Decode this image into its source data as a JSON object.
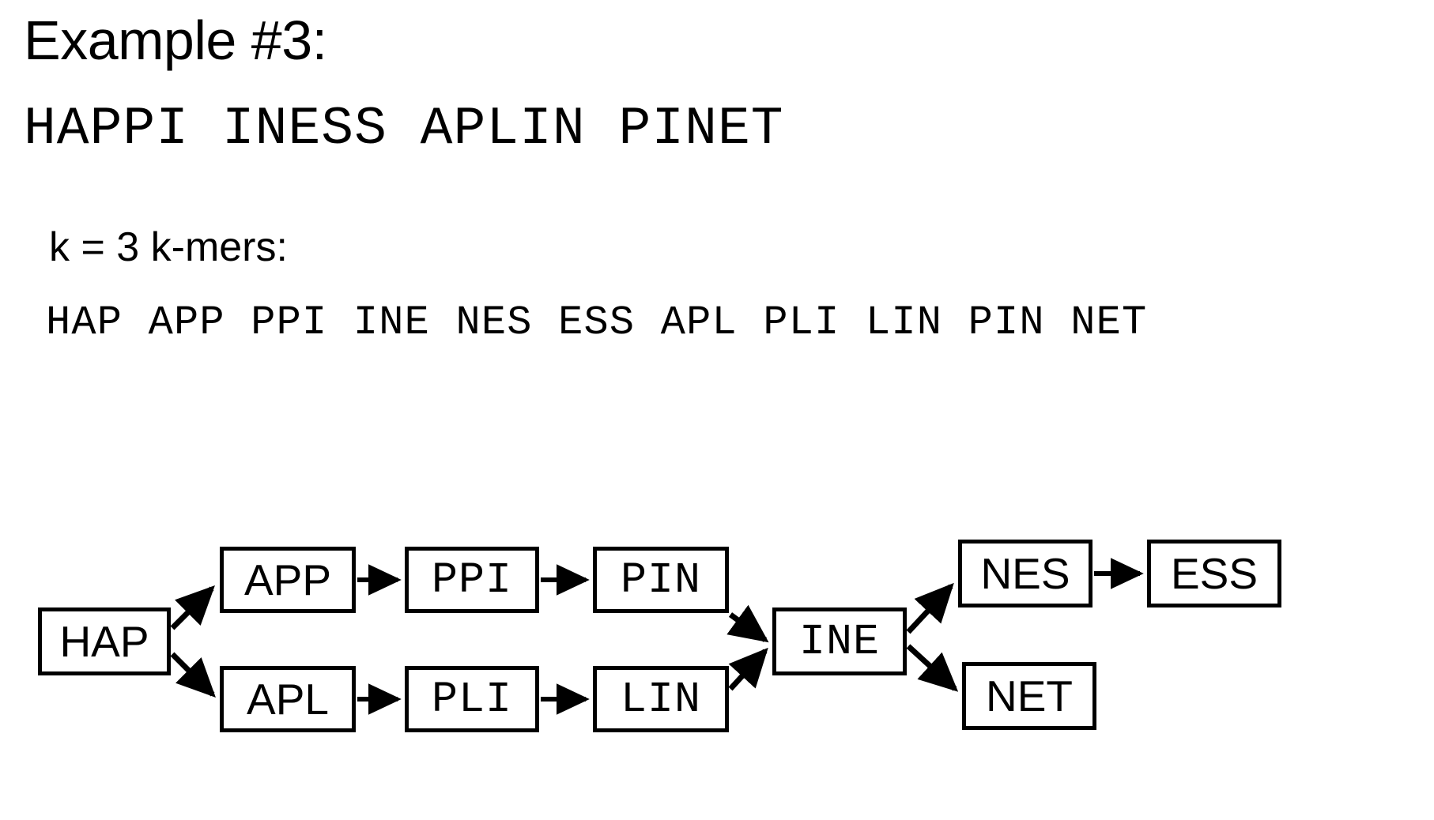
{
  "slide": {
    "background_color": "#ffffff",
    "ink_color": "#000000",
    "title": "Example #3:",
    "sequence": "HAPPI INESS APLIN PINET",
    "kmer_label": "k = 3 k-mers:",
    "kmer_list": "HAP APP PPI INE NES ESS APL PLI LIN PIN NET"
  },
  "graph": {
    "nodes": {
      "hap": "HAP",
      "app": "APP",
      "ppi": "PPI",
      "pin": "PIN",
      "apl": "APL",
      "pli": "PLI",
      "lin": "LIN",
      "ine": "INE",
      "nes": "NES",
      "ess": "ESS",
      "net": "NET"
    },
    "edges": [
      {
        "from": "HAP",
        "to": "APP"
      },
      {
        "from": "HAP",
        "to": "APL"
      },
      {
        "from": "APP",
        "to": "PPI"
      },
      {
        "from": "PPI",
        "to": "PIN"
      },
      {
        "from": "PIN",
        "to": "INE"
      },
      {
        "from": "APL",
        "to": "PLI"
      },
      {
        "from": "PLI",
        "to": "LIN"
      },
      {
        "from": "LIN",
        "to": "INE"
      },
      {
        "from": "INE",
        "to": "NES"
      },
      {
        "from": "INE",
        "to": "NET"
      },
      {
        "from": "NES",
        "to": "ESS"
      }
    ]
  }
}
